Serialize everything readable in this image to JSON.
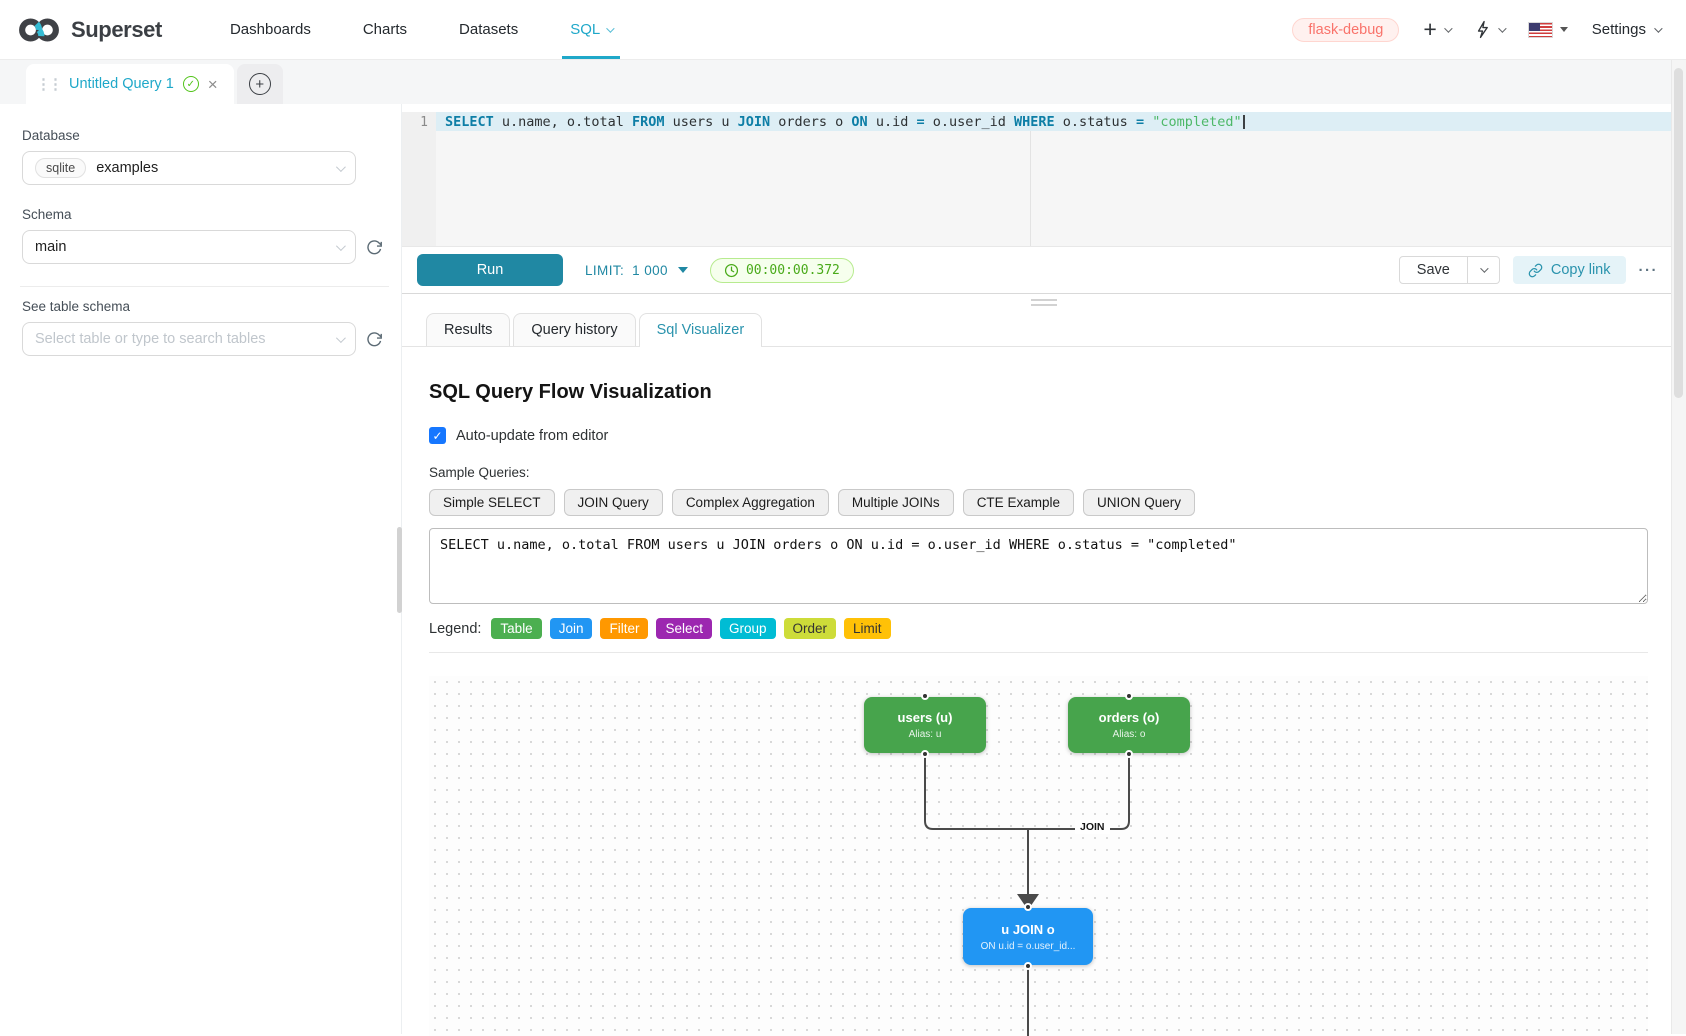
{
  "navbar": {
    "brand": "Superset",
    "items": [
      {
        "label": "Dashboards",
        "active": false,
        "caret": false
      },
      {
        "label": "Charts",
        "active": false,
        "caret": false
      },
      {
        "label": "Datasets",
        "active": false,
        "caret": false
      },
      {
        "label": "SQL",
        "active": true,
        "caret": true
      }
    ],
    "environment_tag": "flask-debug",
    "plus_glyph": "+",
    "settings_label": "Settings",
    "icons": {
      "plus": "plus-icon",
      "lightning": "lightning-icon",
      "flag": "us-flag-icon"
    }
  },
  "query_tab": {
    "label": "Untitled Query 1",
    "saved_check_glyph": "✓",
    "close_glyph": "×",
    "new_tab_glyph": "+"
  },
  "sidebar": {
    "database_label": "Database",
    "database_engine": "sqlite",
    "database_name": "examples",
    "schema_label": "Schema",
    "schema_value": "main",
    "table_label": "See table schema",
    "table_placeholder": "Select table or type to search tables"
  },
  "editor": {
    "line_number": "1",
    "sql_tokens": [
      {
        "c": "kw",
        "t": "SELECT"
      },
      {
        "c": "id",
        "t": " u.name, o.total "
      },
      {
        "c": "kw",
        "t": "FROM"
      },
      {
        "c": "id",
        "t": " users u "
      },
      {
        "c": "kw",
        "t": "JOIN"
      },
      {
        "c": "id",
        "t": " orders o "
      },
      {
        "c": "kw",
        "t": "ON"
      },
      {
        "c": "id",
        "t": " u.id "
      },
      {
        "c": "op",
        "t": "="
      },
      {
        "c": "id",
        "t": " o.user_id "
      },
      {
        "c": "kw",
        "t": "WHERE"
      },
      {
        "c": "id",
        "t": " o.status "
      },
      {
        "c": "op",
        "t": "="
      },
      {
        "c": "id",
        "t": " "
      },
      {
        "c": "str",
        "t": "\"completed\""
      }
    ]
  },
  "toolbar": {
    "run_label": "Run",
    "limit_label": "LIMIT:",
    "limit_value": "1 000",
    "timer_value": "00:00:00.372",
    "save_label": "Save",
    "copy_link_label": "Copy link",
    "more_glyph": "···"
  },
  "result_tabs": [
    {
      "label": "Results",
      "active": false
    },
    {
      "label": "Query history",
      "active": false
    },
    {
      "label": "Sql Visualizer",
      "active": true
    }
  ],
  "visualizer": {
    "title": "SQL Query Flow Visualization",
    "auto_update_label": "Auto-update from editor",
    "auto_update_checked": true,
    "sample_queries_label": "Sample Queries:",
    "sample_queries": [
      "Simple SELECT",
      "JOIN Query",
      "Complex Aggregation",
      "Multiple JOINs",
      "CTE Example",
      "UNION Query"
    ],
    "query_text": "SELECT u.name, o.total FROM users u JOIN orders o ON u.id = o.user_id WHERE o.status = \"completed\"",
    "legend_label": "Legend:",
    "legend": [
      {
        "label": "Table",
        "color": "#4caf50",
        "text": "#ffffff"
      },
      {
        "label": "Join",
        "color": "#2196f3",
        "text": "#ffffff"
      },
      {
        "label": "Filter",
        "color": "#ff9800",
        "text": "#ffffff"
      },
      {
        "label": "Select",
        "color": "#9c27b0",
        "text": "#ffffff"
      },
      {
        "label": "Group",
        "color": "#00bcd4",
        "text": "#ffffff"
      },
      {
        "label": "Order",
        "color": "#cddc39",
        "text": "#333333"
      },
      {
        "label": "Limit",
        "color": "#ffc107",
        "text": "#333333"
      }
    ],
    "flow": {
      "nodes": [
        {
          "id": "users",
          "title": "users (u)",
          "subtitle": "Alias: u",
          "color": "#47a44c"
        },
        {
          "id": "orders",
          "title": "orders (o)",
          "subtitle": "Alias: o",
          "color": "#47a44c"
        },
        {
          "id": "join",
          "title": "u JOIN o",
          "subtitle": "ON u.id = o.user_id...",
          "color": "#2196f3"
        }
      ],
      "edge_label": "JOIN",
      "edge_color": "#4a4a4a"
    }
  }
}
